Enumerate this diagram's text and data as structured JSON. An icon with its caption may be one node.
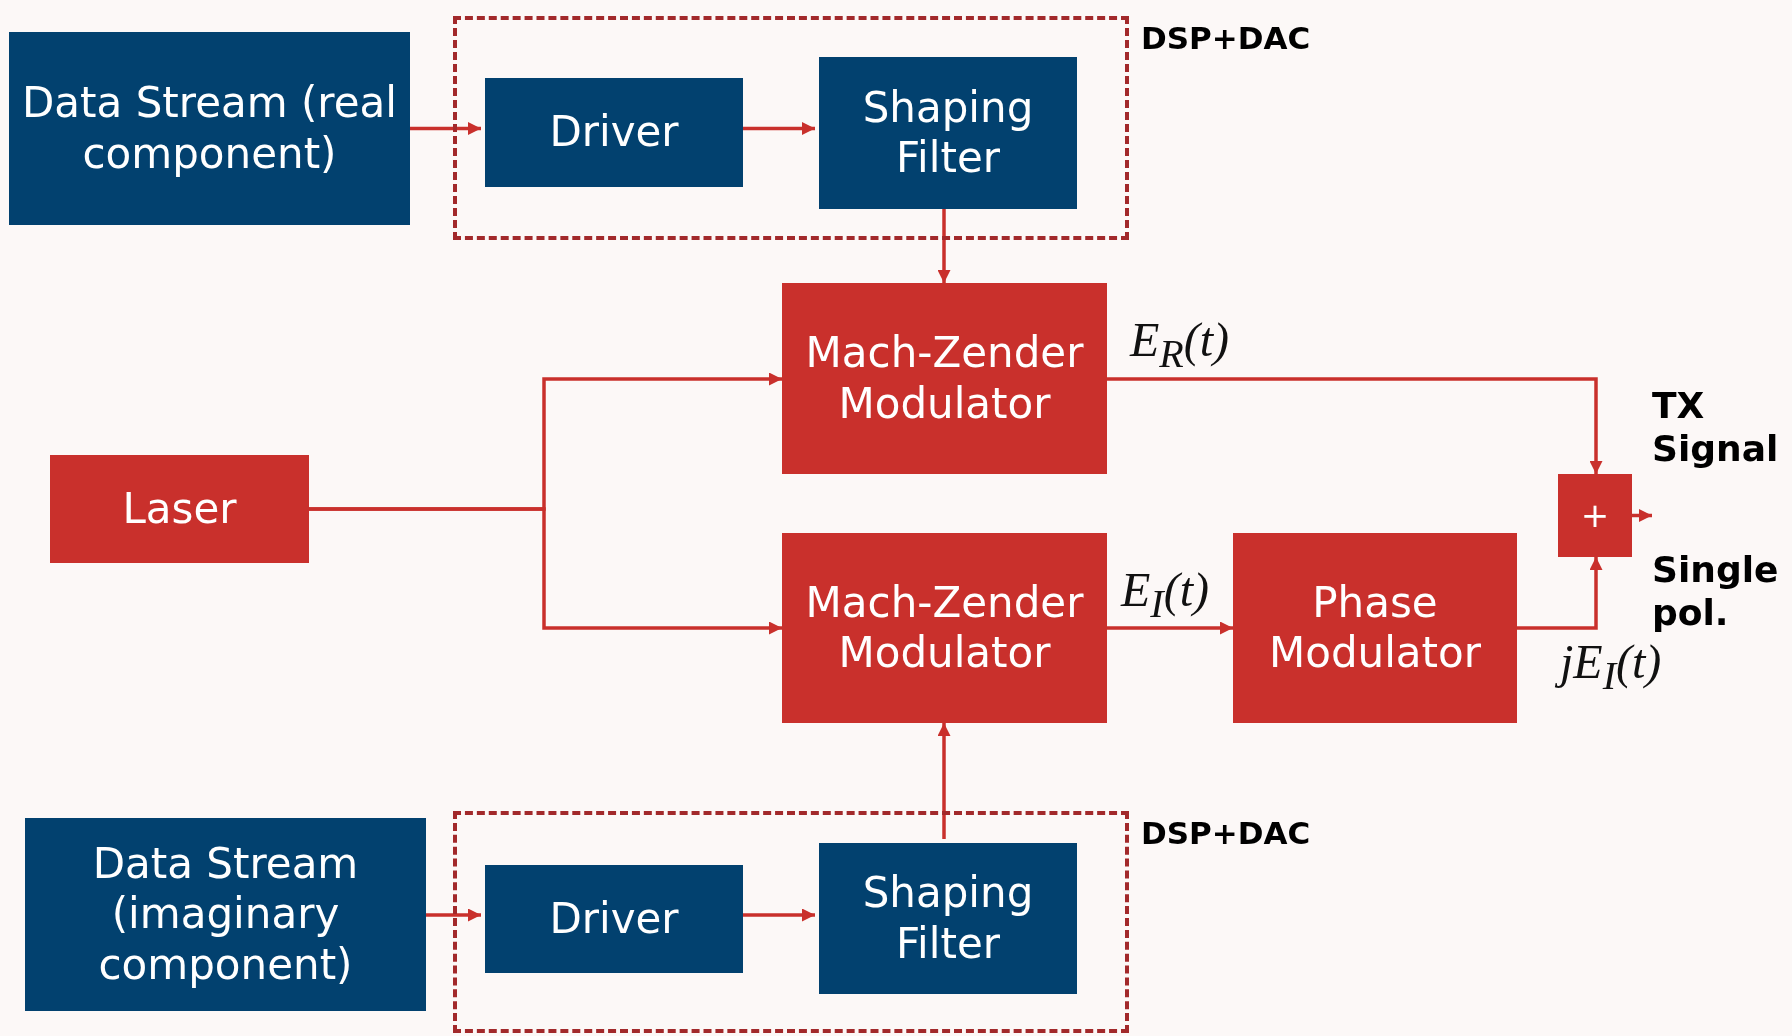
{
  "diagram": {
    "nodes": [
      {
        "text": [
          "DSP+DAC"
        ]
      },
      {
        "text": [
          "Data Stream (real component)"
        ]
      },
      {
        "text": [
          "Driver"
        ],
        "in": 0
      },
      {
        "text": [
          "Shaping Filter"
        ],
        "in": 0
      },
      {
        "text": [
          "Mach-Zender Modulator"
        ]
      },
      {
        "text": [
          "Laser"
        ]
      },
      {
        "text": [
          "Mach-Zender Modulator"
        ]
      },
      {
        "text": [
          "Phase Modulator"
        ]
      },
      {
        "text": [
          "+"
        ]
      },
      {
        "text": [
          "DSP+DAC"
        ]
      },
      {
        "text": [
          "Data Stream (imaginary component)"
        ]
      },
      {
        "text": [
          "Driver"
        ],
        "in": 9
      },
      {
        "text": [
          "Shaping Filter"
        ],
        "in": 9
      },
      {
        "text": [
          "TX Signal",
          "Single pol."
        ]
      }
    ],
    "edges": [
      {
        "from": 1,
        "to": 2,
        "arrow": "to"
      },
      {
        "from": 2,
        "to": 3,
        "arrow": "to"
      },
      {
        "from": 3,
        "to": 4,
        "arrow": "to"
      },
      {
        "from": 5,
        "to": 4,
        "arrow": "to"
      },
      {
        "from": 5,
        "to": 6,
        "arrow": "to"
      },
      {
        "from": 4,
        "to": 8,
        "arrow": "to",
        "label": "E$_{R}$(t)"
      },
      {
        "from": 6,
        "to": 7,
        "arrow": "to",
        "label": "E$_{I}$(t)"
      },
      {
        "from": 7,
        "to": 8,
        "arrow": "to",
        "label": "jE$_{I}$(t)"
      },
      {
        "from": 8,
        "to": 13,
        "arrow": "to"
      },
      {
        "from": 10,
        "to": 11,
        "arrow": "to"
      },
      {
        "from": 11,
        "to": 12,
        "arrow": "to"
      },
      {
        "from": 12,
        "to": 6,
        "arrow": "to"
      }
    ]
  }
}
